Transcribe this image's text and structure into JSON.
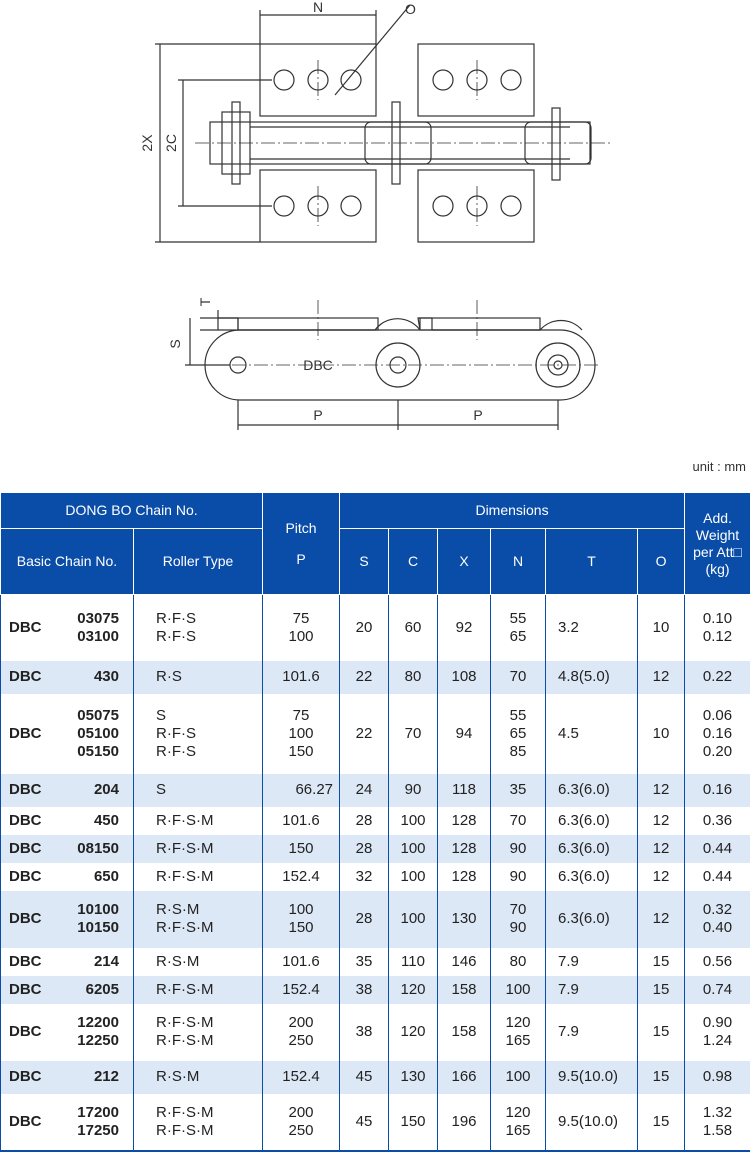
{
  "drawing": {
    "labels": {
      "n": "N",
      "o": "O",
      "x2": "2X",
      "c2": "2C",
      "t": "T",
      "s": "S",
      "dbc": "DBC",
      "p1": "P",
      "p2": "P"
    }
  },
  "unit_label": "unit : mm",
  "header": {
    "chain_no": "DONG BO Chain No.",
    "basic_chain_no": "Basic Chain No.",
    "roller_type": "Roller Type",
    "pitch": "Pitch",
    "pitch_sym": "P",
    "dimensions": "Dimensions",
    "s": "S",
    "c": "C",
    "x": "X",
    "n": "N",
    "t": "T",
    "o": "O",
    "weight_l1": "Add.",
    "weight_l2": "Weight",
    "weight_l3": "per Att□",
    "weight_l4": "(kg)"
  },
  "rows": [
    {
      "prefix": "DBC",
      "nums": [
        "03075",
        "03100"
      ],
      "roller": [
        "R·F·S",
        "R·F·S"
      ],
      "pitch": [
        "75",
        "100"
      ],
      "s": "20",
      "c": "60",
      "x": "92",
      "n": [
        "55",
        "65"
      ],
      "t": "3.2",
      "o": "10",
      "weight": [
        "0.10",
        "0.12"
      ]
    },
    {
      "prefix": "DBC",
      "nums": [
        "430"
      ],
      "roller": [
        "R·S"
      ],
      "pitch": [
        "101.6"
      ],
      "s": "22",
      "c": "80",
      "x": "108",
      "n": [
        "70"
      ],
      "t": "4.8(5.0)",
      "o": "12",
      "weight": [
        "0.22"
      ]
    },
    {
      "prefix": "DBC",
      "nums": [
        "05075",
        "05100",
        "05150"
      ],
      "roller": [
        "S",
        "R·F·S",
        "R·F·S"
      ],
      "pitch": [
        "75",
        "100",
        "150"
      ],
      "s": "22",
      "c": "70",
      "x": "94",
      "n": [
        "55",
        "65",
        "85"
      ],
      "t": "4.5",
      "o": "10",
      "weight": [
        "0.06",
        "0.16",
        "0.20"
      ]
    },
    {
      "prefix": "DBC",
      "nums": [
        "204"
      ],
      "roller": [
        "S"
      ],
      "pitch": [
        "66.27"
      ],
      "s": "24",
      "c": "90",
      "x": "118",
      "n": [
        "35"
      ],
      "t": "6.3(6.0)",
      "o": "12",
      "weight": [
        "0.16"
      ]
    },
    {
      "prefix": "DBC",
      "nums": [
        "450"
      ],
      "roller": [
        "R·F·S·M"
      ],
      "pitch": [
        "101.6"
      ],
      "s": "28",
      "c": "100",
      "x": "128",
      "n": [
        "70"
      ],
      "t": "6.3(6.0)",
      "o": "12",
      "weight": [
        "0.36"
      ]
    },
    {
      "prefix": "DBC",
      "nums": [
        "08150"
      ],
      "roller": [
        "R·F·S·M"
      ],
      "pitch": [
        "150"
      ],
      "s": "28",
      "c": "100",
      "x": "128",
      "n": [
        "90"
      ],
      "t": "6.3(6.0)",
      "o": "12",
      "weight": [
        "0.44"
      ]
    },
    {
      "prefix": "DBC",
      "nums": [
        "650"
      ],
      "roller": [
        "R·F·S·M"
      ],
      "pitch": [
        "152.4"
      ],
      "s": "32",
      "c": "100",
      "x": "128",
      "n": [
        "90"
      ],
      "t": "6.3(6.0)",
      "o": "12",
      "weight": [
        "0.44"
      ]
    },
    {
      "prefix": "DBC",
      "nums": [
        "10100",
        "10150"
      ],
      "roller": [
        "R·S·M",
        "R·F·S·M"
      ],
      "pitch": [
        "100",
        "150"
      ],
      "s": "28",
      "c": "100",
      "x": "130",
      "n": [
        "70",
        "90"
      ],
      "t": "6.3(6.0)",
      "o": "12",
      "weight": [
        "0.32",
        "0.40"
      ]
    },
    {
      "prefix": "DBC",
      "nums": [
        "214"
      ],
      "roller": [
        "R·S·M"
      ],
      "pitch": [
        "101.6"
      ],
      "s": "35",
      "c": "110",
      "x": "146",
      "n": [
        "80"
      ],
      "t": "7.9",
      "o": "15",
      "weight": [
        "0.56"
      ]
    },
    {
      "prefix": "DBC",
      "nums": [
        "6205"
      ],
      "roller": [
        "R·F·S·M"
      ],
      "pitch": [
        "152.4"
      ],
      "s": "38",
      "c": "120",
      "x": "158",
      "n": [
        "100"
      ],
      "t": "7.9",
      "o": "15",
      "weight": [
        "0.74"
      ]
    },
    {
      "prefix": "DBC",
      "nums": [
        "12200",
        "12250"
      ],
      "roller": [
        "R·F·S·M",
        "R·F·S·M"
      ],
      "pitch": [
        "200",
        "250"
      ],
      "s": "38",
      "c": "120",
      "x": "158",
      "n": [
        "120",
        "165"
      ],
      "t": "7.9",
      "o": "15",
      "weight": [
        "0.90",
        "1.24"
      ]
    },
    {
      "prefix": "DBC",
      "nums": [
        "212"
      ],
      "roller": [
        "R·S·M"
      ],
      "pitch": [
        "152.4"
      ],
      "s": "45",
      "c": "130",
      "x": "166",
      "n": [
        "100"
      ],
      "t": "9.5(10.0)",
      "o": "15",
      "weight": [
        "0.98"
      ]
    },
    {
      "prefix": "DBC",
      "nums": [
        "17200",
        "17250"
      ],
      "roller": [
        "R·F·S·M",
        "R·F·S·M"
      ],
      "pitch": [
        "200",
        "250"
      ],
      "s": "45",
      "c": "150",
      "x": "196",
      "n": [
        "120",
        "165"
      ],
      "t": "9.5(10.0)",
      "o": "15",
      "weight": [
        "1.32",
        "1.58"
      ]
    }
  ]
}
